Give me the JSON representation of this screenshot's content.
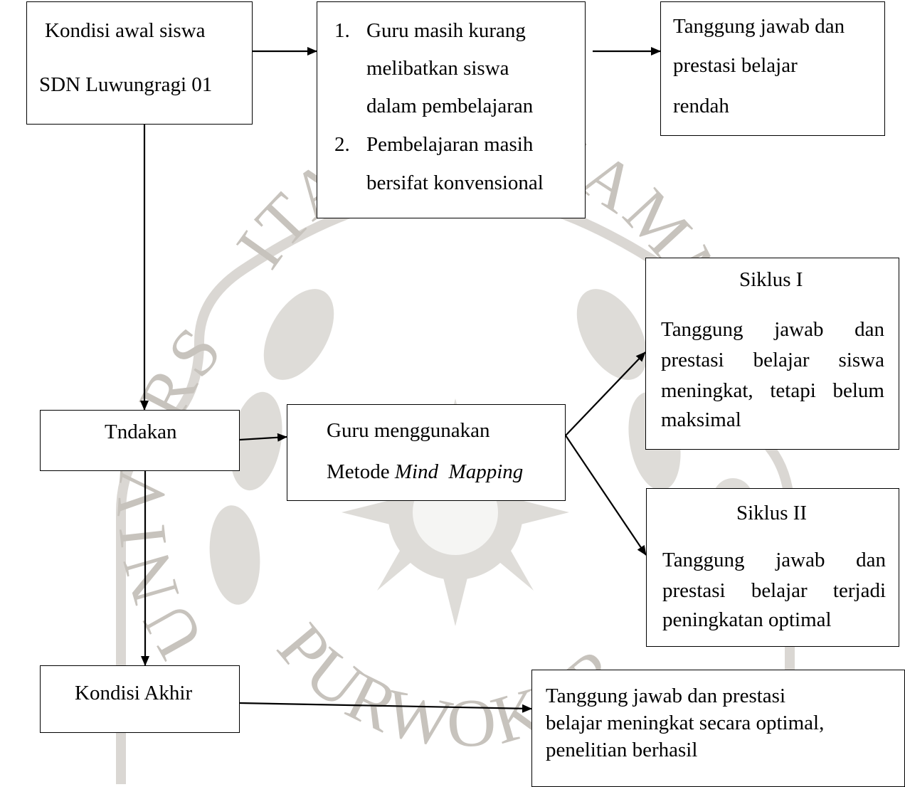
{
  "watermark": {
    "arc_top": "ITAS MUHAMMA",
    "arc_left": "UNIVERS",
    "arc_bottom": "PURWOKER"
  },
  "box_initial": {
    "line1": "Kondisi awal siswa",
    "line2": "SDN  Luwungragi  01"
  },
  "box_problems": {
    "item1_num": "1.",
    "item1_l1": "Guru masih kurang",
    "item1_l2": "melibatkan siswa",
    "item1_l3": "dalam pembelajaran",
    "item2_num": "2.",
    "item2_l1": "Pembelajaran  masih",
    "item2_l2": "bersifat konvensional"
  },
  "box_low": {
    "line1": "Tanggung jawab dan",
    "line2": "prestasi belajar",
    "line3": "rendah"
  },
  "box_action": {
    "label": "Tndakan"
  },
  "box_method": {
    "line1": "Guru menggunakan",
    "line2_plain": "Metode ",
    "line2_italic": "Mind  Mapping"
  },
  "box_cycle1": {
    "title": "Siklus I",
    "l1": "Tanggung  jawab  dan",
    "l2": "prestasi  belajar  siswa",
    "l3": "meningkat, tetapi belum",
    "l4": "maksimal"
  },
  "box_cycle2": {
    "title": "Siklus II",
    "l1": "Tanggung  jawab  dan",
    "l2": "prestasi  belajar  terjadi",
    "l3": "peningkatan optimal"
  },
  "box_final": {
    "label": "Kondisi Akhir"
  },
  "box_result": {
    "l1": "Tanggung jawab dan  prestasi",
    "l2": "belajar meningkat secara optimal,",
    "l3": "penelitian berhasil"
  }
}
